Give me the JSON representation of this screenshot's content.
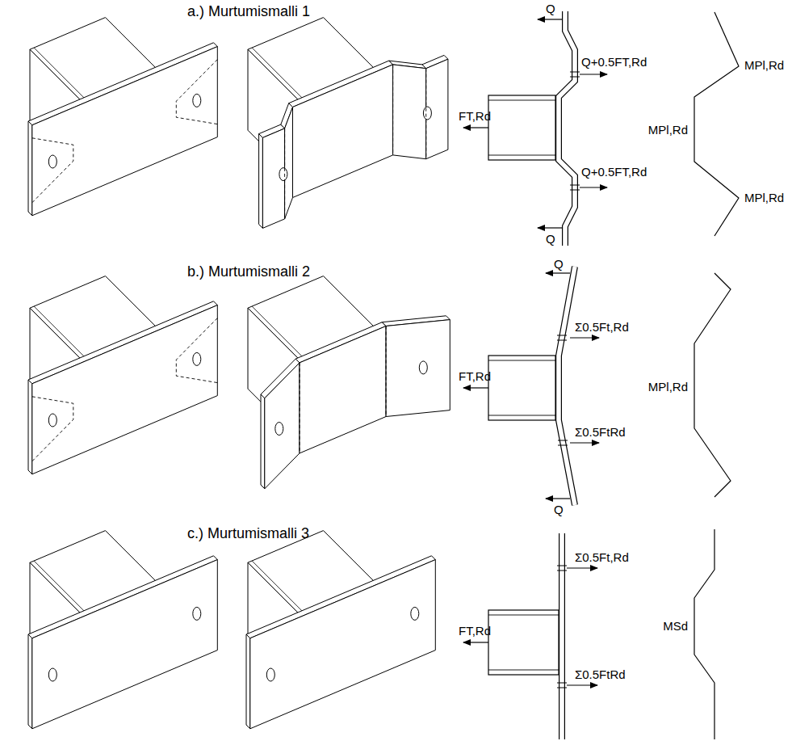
{
  "diagram": {
    "labels": [
      "a.) Murtumismalli 1",
      "Q",
      "Q+0.5FT,Rd",
      "FT,Rd",
      "MPl,Rd",
      "MPl,Rd",
      "Q+0.5FT,Rd",
      "Q",
      "MPl,Rd",
      "b.) Murtumismalli 2",
      "Q",
      "Σ0.5Ft,Rd",
      "FT,Rd",
      "MPl,Rd",
      "Σ0.5FtRd",
      "Q",
      "c.) Murtumismalli 3",
      "Σ0.5Ft,Rd",
      "FT,Rd",
      "MSd",
      "Σ0.5FtRd"
    ]
  }
}
